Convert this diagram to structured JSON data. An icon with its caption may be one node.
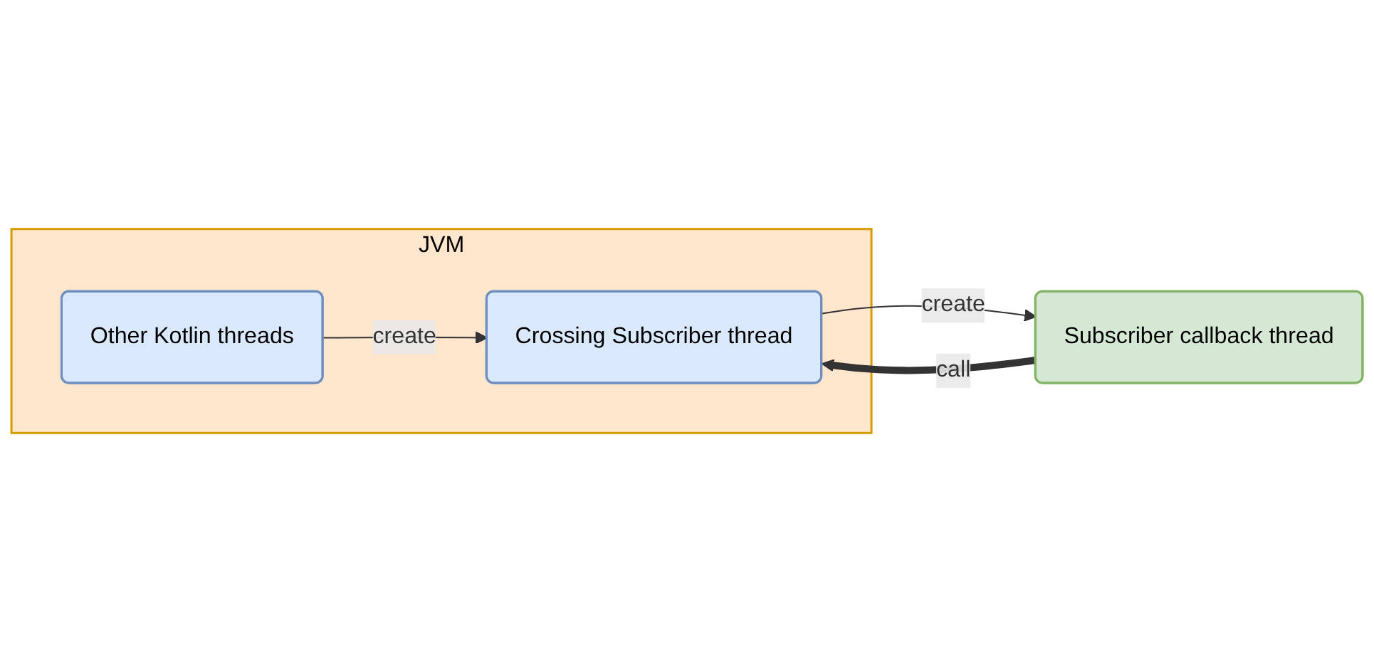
{
  "diagram": {
    "nodes": [
      {
        "text": [
          "JVM"
        ]
      },
      {
        "text": [
          "Other Kotlin threads"
        ],
        "in": 0
      },
      {
        "text": [
          "Crossing Subscriber thread"
        ],
        "in": 0
      },
      {
        "text": [
          "Subscriber callback thread"
        ]
      }
    ],
    "edges": [
      {
        "from": 1,
        "to": 2,
        "arrow": "to",
        "label": "create"
      },
      {
        "from": 2,
        "to": 3,
        "arrow": "to",
        "label": "create"
      },
      {
        "from": 3,
        "to": 2,
        "arrow": "to",
        "label": "call",
        "style": "thick"
      }
    ]
  }
}
